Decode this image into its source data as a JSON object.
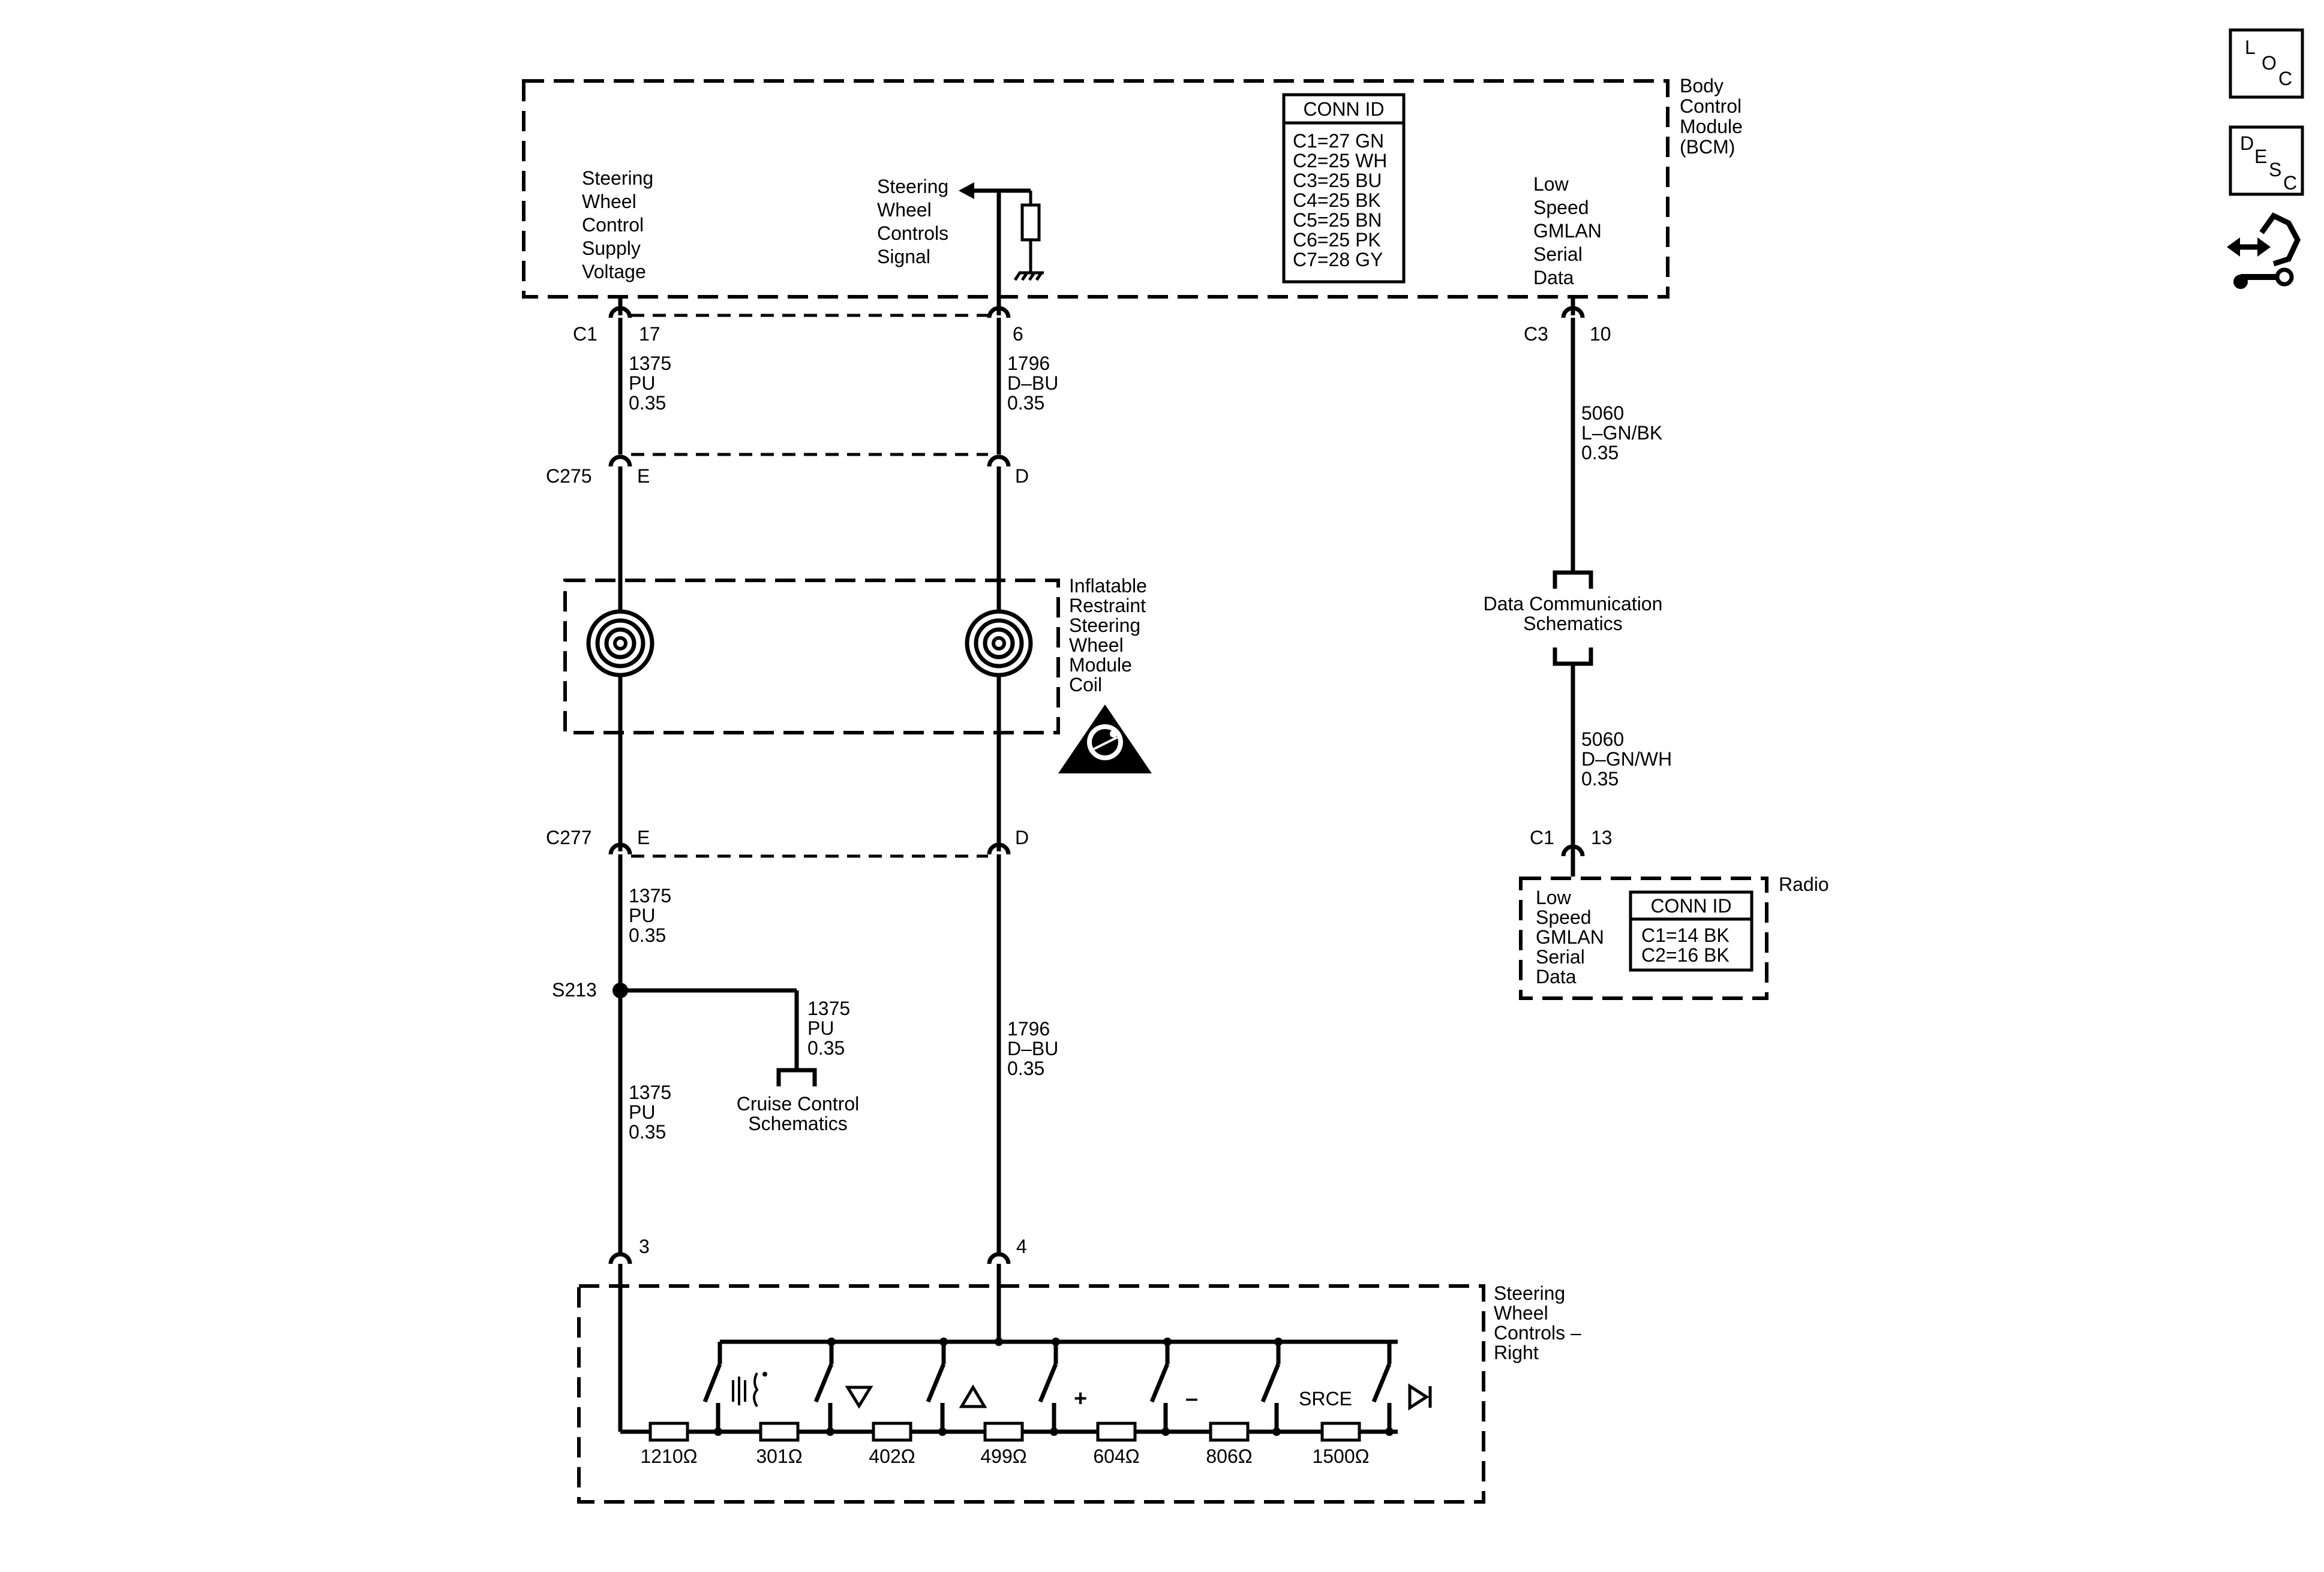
{
  "modules": {
    "bcm": {
      "name_lines": [
        "Body",
        "Control",
        "Module",
        "(BCM)"
      ]
    },
    "coil": {
      "name_lines": [
        "Inflatable",
        "Restraint",
        "Steering",
        "Wheel",
        "Module",
        "Coil"
      ]
    },
    "swc": {
      "name_lines": [
        "Steering",
        "Wheel",
        "Controls –",
        "Right"
      ]
    },
    "radio": {
      "name_lines": [
        "Radio"
      ]
    }
  },
  "bcm_labels": {
    "supply": [
      "Steering",
      "Wheel",
      "Control",
      "Supply",
      "Voltage"
    ],
    "signal": [
      "Steering",
      "Wheel",
      "Controls",
      "Signal"
    ],
    "gmlan": [
      "Low",
      "Speed",
      "GMLAN",
      "Serial",
      "Data"
    ]
  },
  "bcm_conn": {
    "title": "CONN ID",
    "rows": [
      "C1=27 GN",
      "C2=25 WH",
      "C3=25 BU",
      "C4=25 BK",
      "C5=25 BN",
      "C6=25 PK",
      "C7=28 GY"
    ]
  },
  "radio_labels": {
    "gmlan": [
      "Low",
      "Speed",
      "GMLAN",
      "Serial",
      "Data"
    ]
  },
  "radio_conn": {
    "title": "CONN ID",
    "rows": [
      "C1=14 BK",
      "C2=16 BK"
    ]
  },
  "connectors": {
    "c1_left": "C1",
    "pin17": "17",
    "pin6": "6",
    "c3": "C3",
    "pin10": "10",
    "c275": "C275",
    "c275_e": "E",
    "c275_d": "D",
    "c277": "C277",
    "c277_e": "E",
    "c277_d": "D",
    "radio_c1": "C1",
    "pin13": "13",
    "pin3": "3",
    "pin4": "4"
  },
  "splice": {
    "id": "S213"
  },
  "wires": {
    "w1": [
      "1375",
      "PU",
      "0.35"
    ],
    "w2": [
      "1796",
      "D–BU",
      "0.35"
    ],
    "w3": [
      "5060",
      "L–GN/BK",
      "0.35"
    ],
    "w4": [
      "5060",
      "D–GN/WH",
      "0.35"
    ],
    "w5": [
      "1375",
      "PU",
      "0.35"
    ],
    "w6": [
      "1375",
      "PU",
      "0.35"
    ],
    "w7": [
      "1375",
      "PU",
      "0.35"
    ],
    "w8": [
      "1796",
      "D–BU",
      "0.35"
    ]
  },
  "references": {
    "data_comm": [
      "Data Communication",
      "Schematics"
    ],
    "cruise": [
      "Cruise Control",
      "Schematics"
    ]
  },
  "resistors": [
    "1210Ω",
    "301Ω",
    "402Ω",
    "499Ω",
    "604Ω",
    "806Ω",
    "1500Ω"
  ],
  "switches": {
    "voice": "voice-icon",
    "down": "▽",
    "up": "△",
    "plus": "+",
    "minus": "–",
    "srce": "SRCE",
    "next": "next-icon"
  },
  "side_icons": {
    "loc": [
      "L",
      "O",
      "C"
    ],
    "desc": [
      "D",
      "E",
      "S",
      "C"
    ],
    "nav": "wire-nav-icon"
  }
}
